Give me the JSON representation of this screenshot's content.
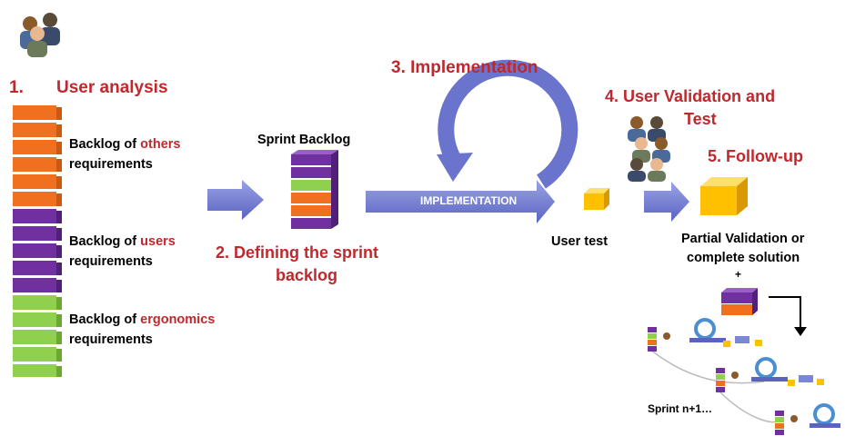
{
  "steps": {
    "s1_num": "1.",
    "s1": "User analysis",
    "s2_line1": "2. Defining the sprint",
    "s2_line2": "backlog",
    "s3": "3. Implementation",
    "s4_line1": "4. User Validation and",
    "s4_line2": "Test",
    "s5": "5. Follow-up"
  },
  "backlogs": {
    "others": {
      "prefix": "Backlog of ",
      "highlight": "others",
      "suffix": "requirements"
    },
    "users": {
      "prefix": "Backlog of ",
      "highlight": "users",
      "suffix": "requirements"
    },
    "ergonomics": {
      "prefix": "Backlog of ",
      "highlight": "ergonomics",
      "suffix": "requirements"
    }
  },
  "sprint_backlog": "Sprint Backlog",
  "implementation_label": "IMPLEMENTATION",
  "user_test": "User test",
  "partial_line1": "Partial Validation or",
  "partial_line2": "complete solution",
  "plus": "+",
  "sprint_next": "Sprint n+1…",
  "colors": {
    "red": "#c0282d",
    "orange": "#f07020",
    "purple": "#7030a0",
    "green": "#8fd14f",
    "arrow": "#7b86d6",
    "yellow": "#ffc000"
  }
}
